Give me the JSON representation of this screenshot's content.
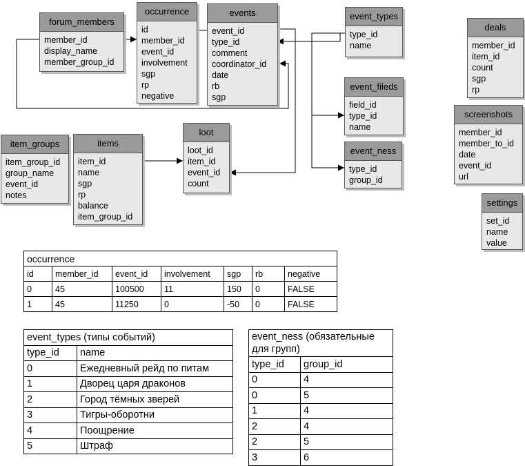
{
  "entities": [
    {
      "id": "forum_members",
      "title": "forum_members",
      "fields": [
        "member_id",
        "display_name",
        "member_group_id"
      ]
    },
    {
      "id": "occurrence",
      "title": "occurrence",
      "fields": [
        "id",
        "member_id",
        "event_id",
        "involvement",
        "sgp",
        "rp",
        "negative"
      ]
    },
    {
      "id": "events",
      "title": "events",
      "fields": [
        "event_id",
        "type_id",
        "comment",
        "coordinator_id",
        "date",
        "rb",
        "sgp"
      ]
    },
    {
      "id": "event_types",
      "title": "event_types",
      "fields": [
        "type_id",
        "name"
      ]
    },
    {
      "id": "event_fileds",
      "title": "event_fileds",
      "fields": [
        "field_id",
        "type_id",
        "name"
      ]
    },
    {
      "id": "event_ness",
      "title": "event_ness",
      "fields": [
        "type_id",
        "group_id"
      ]
    },
    {
      "id": "deals",
      "title": "deals",
      "fields": [
        "member_id",
        "item_id",
        "count",
        "sgp",
        "rp"
      ]
    },
    {
      "id": "screenshots",
      "title": "screenshots",
      "fields": [
        "member_id",
        "member_to_id",
        "date",
        "event_id",
        "url"
      ]
    },
    {
      "id": "settings",
      "title": "settings",
      "fields": [
        "set_id",
        "name",
        "value"
      ]
    },
    {
      "id": "item_groups",
      "title": "item_groups",
      "fields": [
        "item_group_id",
        "group_name",
        "event_id",
        "notes"
      ]
    },
    {
      "id": "items",
      "title": "items",
      "fields": [
        "item_id",
        "name",
        "sgp",
        "rp",
        "balance",
        "item_group_id"
      ]
    },
    {
      "id": "loot",
      "title": "loot",
      "fields": [
        "loot_id",
        "item_id",
        "event_id",
        "count"
      ]
    }
  ],
  "tables": {
    "occurrence": {
      "caption": "occurrence",
      "headers": [
        "id",
        "member_id",
        "event_id",
        "involvement",
        "sgp",
        "rb",
        "negative"
      ],
      "rows": [
        [
          "0",
          "45",
          "100500",
          "11",
          "150",
          "0",
          "FALSE"
        ],
        [
          "1",
          "45",
          "11250",
          "0",
          "-50",
          "0",
          "FALSE"
        ]
      ]
    },
    "event_types": {
      "caption": "event_types (типы событий)",
      "headers": [
        "type_id",
        "name"
      ],
      "rows": [
        [
          "0",
          "Ежедневный рейд по питам"
        ],
        [
          "1",
          "Дворец царя драконов"
        ],
        [
          "2",
          "Город тёмных зверей"
        ],
        [
          "3",
          "Тигры-оборотни"
        ],
        [
          "4",
          "Поощрение"
        ],
        [
          "5",
          "Штраф"
        ]
      ]
    },
    "event_ness": {
      "caption_line1": "event_ness (обязательные",
      "caption_line2": "для групп)",
      "headers": [
        "type_id",
        "group_id"
      ],
      "rows": [
        [
          "0",
          "4"
        ],
        [
          "0",
          "5"
        ],
        [
          "1",
          "4"
        ],
        [
          "2",
          "4"
        ],
        [
          "2",
          "5"
        ],
        [
          "3",
          "6"
        ]
      ]
    }
  }
}
